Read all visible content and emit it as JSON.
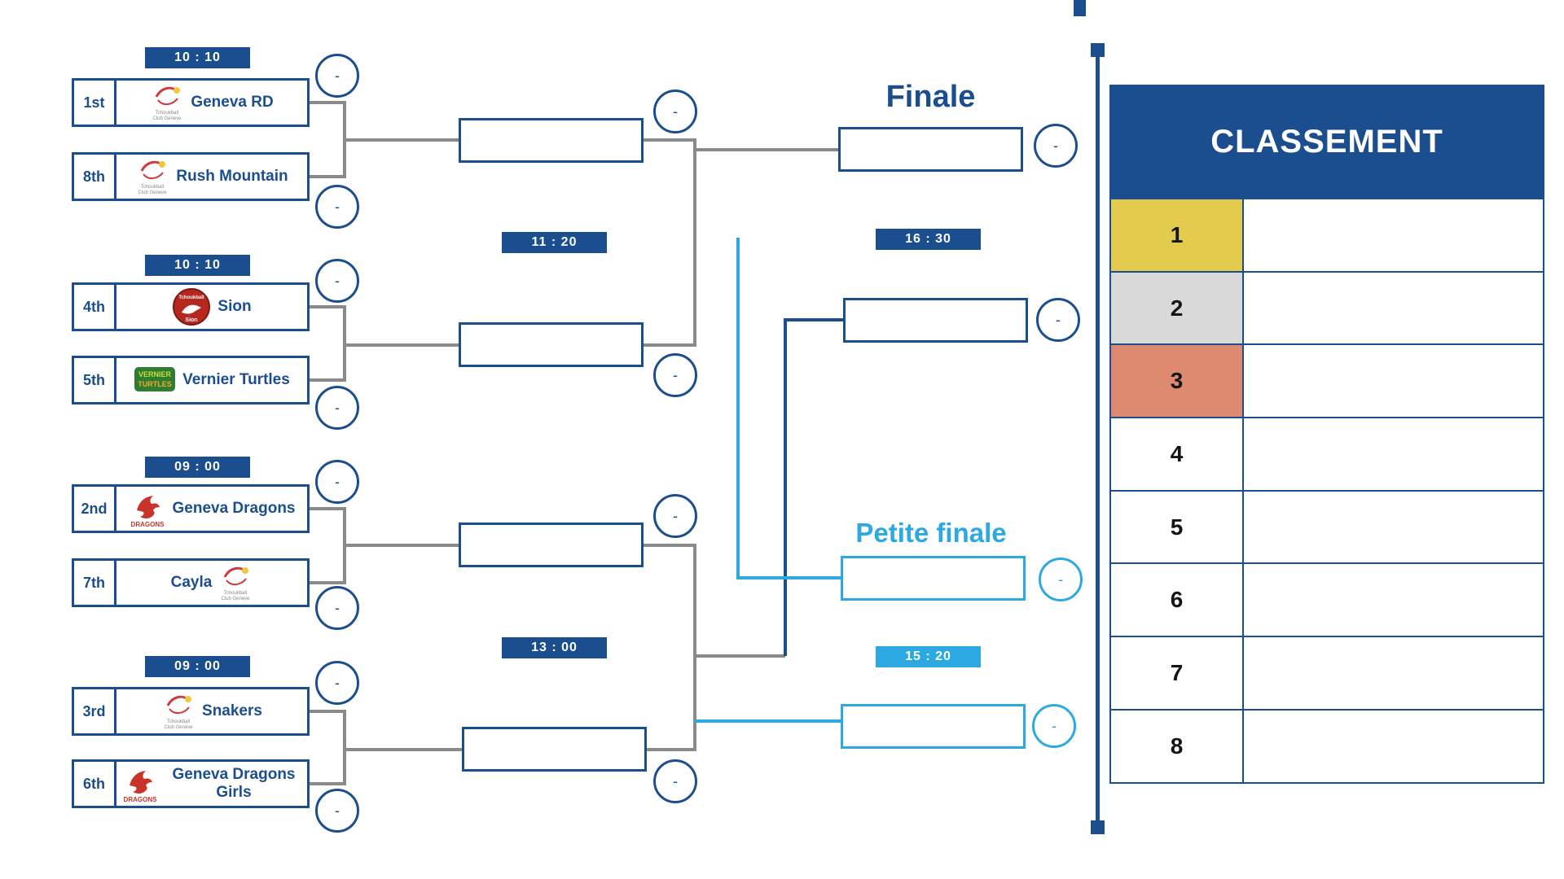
{
  "colors": {
    "navy": "#1b4e8e",
    "light_blue": "#2ba9e0",
    "connector_gray": "#8a8a8a",
    "rank1_gold": "#e3cb4e",
    "rank2_silver": "#d9d9d9",
    "rank3_bronze": "#dd8a71"
  },
  "bracket": {
    "quarterfinals": [
      {
        "time": "10 : 10",
        "teams": [
          {
            "seed": "1st",
            "name": "Geneva RD",
            "score": "-",
            "logo": "tchoukball-club-geneve"
          },
          {
            "seed": "8th",
            "name": "Rush Mountain",
            "score": "-",
            "logo": "tchoukball-club-geneve"
          }
        ]
      },
      {
        "time": "10 : 10",
        "teams": [
          {
            "seed": "4th",
            "name": "Sion",
            "score": "-",
            "logo": "tchoukball-club-sion"
          },
          {
            "seed": "5th",
            "name": "Vernier Turtles",
            "score": "-",
            "logo": "vernier-turtles"
          }
        ]
      },
      {
        "time": "09 : 00",
        "teams": [
          {
            "seed": "2nd",
            "name": "Geneva Dragons",
            "score": "-",
            "logo": "geneva-dragons"
          },
          {
            "seed": "7th",
            "name": "Cayla",
            "score": "-",
            "logo": "tchoukball-club-geneve"
          }
        ]
      },
      {
        "time": "09 : 00",
        "teams": [
          {
            "seed": "3rd",
            "name": "Snakers",
            "score": "-",
            "logo": "tchoukball-club-geneve"
          },
          {
            "seed": "6th",
            "name": "Geneva Dragons Girls",
            "score": "-",
            "logo": "geneva-dragons"
          }
        ]
      }
    ],
    "semifinals": [
      {
        "time": "11 : 20",
        "slots": [
          {
            "team": "",
            "score": "-"
          },
          {
            "team": "",
            "score": "-"
          }
        ]
      },
      {
        "time": "13 : 00",
        "slots": [
          {
            "team": "",
            "score": "-"
          },
          {
            "team": "",
            "score": "-"
          }
        ]
      }
    ],
    "finale": {
      "title": "Finale",
      "time": "16 : 30",
      "slots": [
        {
          "team": "",
          "score": "-"
        },
        {
          "team": "",
          "score": "-"
        }
      ]
    },
    "petite_finale": {
      "title": "Petite finale",
      "time": "15 : 20",
      "slots": [
        {
          "team": "",
          "score": "-"
        },
        {
          "team": "",
          "score": "-"
        }
      ]
    }
  },
  "classement": {
    "title": "CLASSEMENT",
    "rows": [
      {
        "rank": "1",
        "team": ""
      },
      {
        "rank": "2",
        "team": ""
      },
      {
        "rank": "3",
        "team": ""
      },
      {
        "rank": "4",
        "team": ""
      },
      {
        "rank": "5",
        "team": ""
      },
      {
        "rank": "6",
        "team": ""
      },
      {
        "rank": "7",
        "team": ""
      },
      {
        "rank": "8",
        "team": ""
      }
    ]
  }
}
